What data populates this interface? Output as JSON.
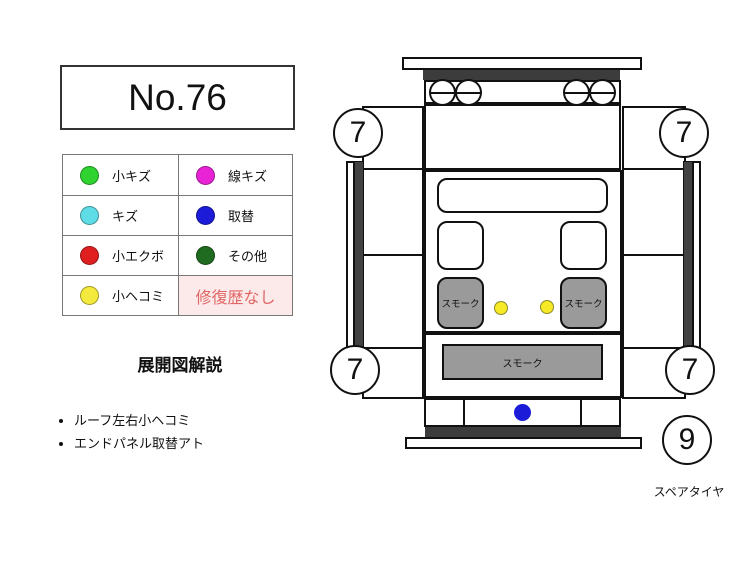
{
  "title_card": {
    "number": "No.76"
  },
  "legend": {
    "items": [
      {
        "label": "小キズ",
        "color": "#2fd32f"
      },
      {
        "label": "線キズ",
        "color": "#e823d6"
      },
      {
        "label": "キズ",
        "color": "#5fdde6"
      },
      {
        "label": "取替",
        "color": "#1b1bd8"
      },
      {
        "label": "小エクボ",
        "color": "#df1f1f"
      },
      {
        "label": "その他",
        "color": "#1f6b1f"
      },
      {
        "label": "小ヘコミ",
        "color": "#f4ea3d"
      }
    ],
    "no_repair": {
      "label": "修復歴なし",
      "text_color": "#e06666",
      "bg_color": "#fceaea"
    }
  },
  "explanation": {
    "heading": "展開図解説",
    "notes": [
      "ルーフ左右小ヘコミ",
      "エンドパネル取替アト"
    ]
  },
  "diagram": {
    "badges": {
      "front_left": "7",
      "front_right": "7",
      "rear_left": "7",
      "rear_right": "7",
      "spare": "9"
    },
    "spare_label": "スペアタイヤ",
    "smoke_label": "スモーク",
    "marker_colors": {
      "small_dent_yellow": "#f6e926",
      "replace_blue": "#1b1bd8"
    },
    "panel_colors": {
      "smoke_glass": "#9a9a9a",
      "trim_dark": "#3c3c3c",
      "side_rail": "#424242"
    }
  }
}
